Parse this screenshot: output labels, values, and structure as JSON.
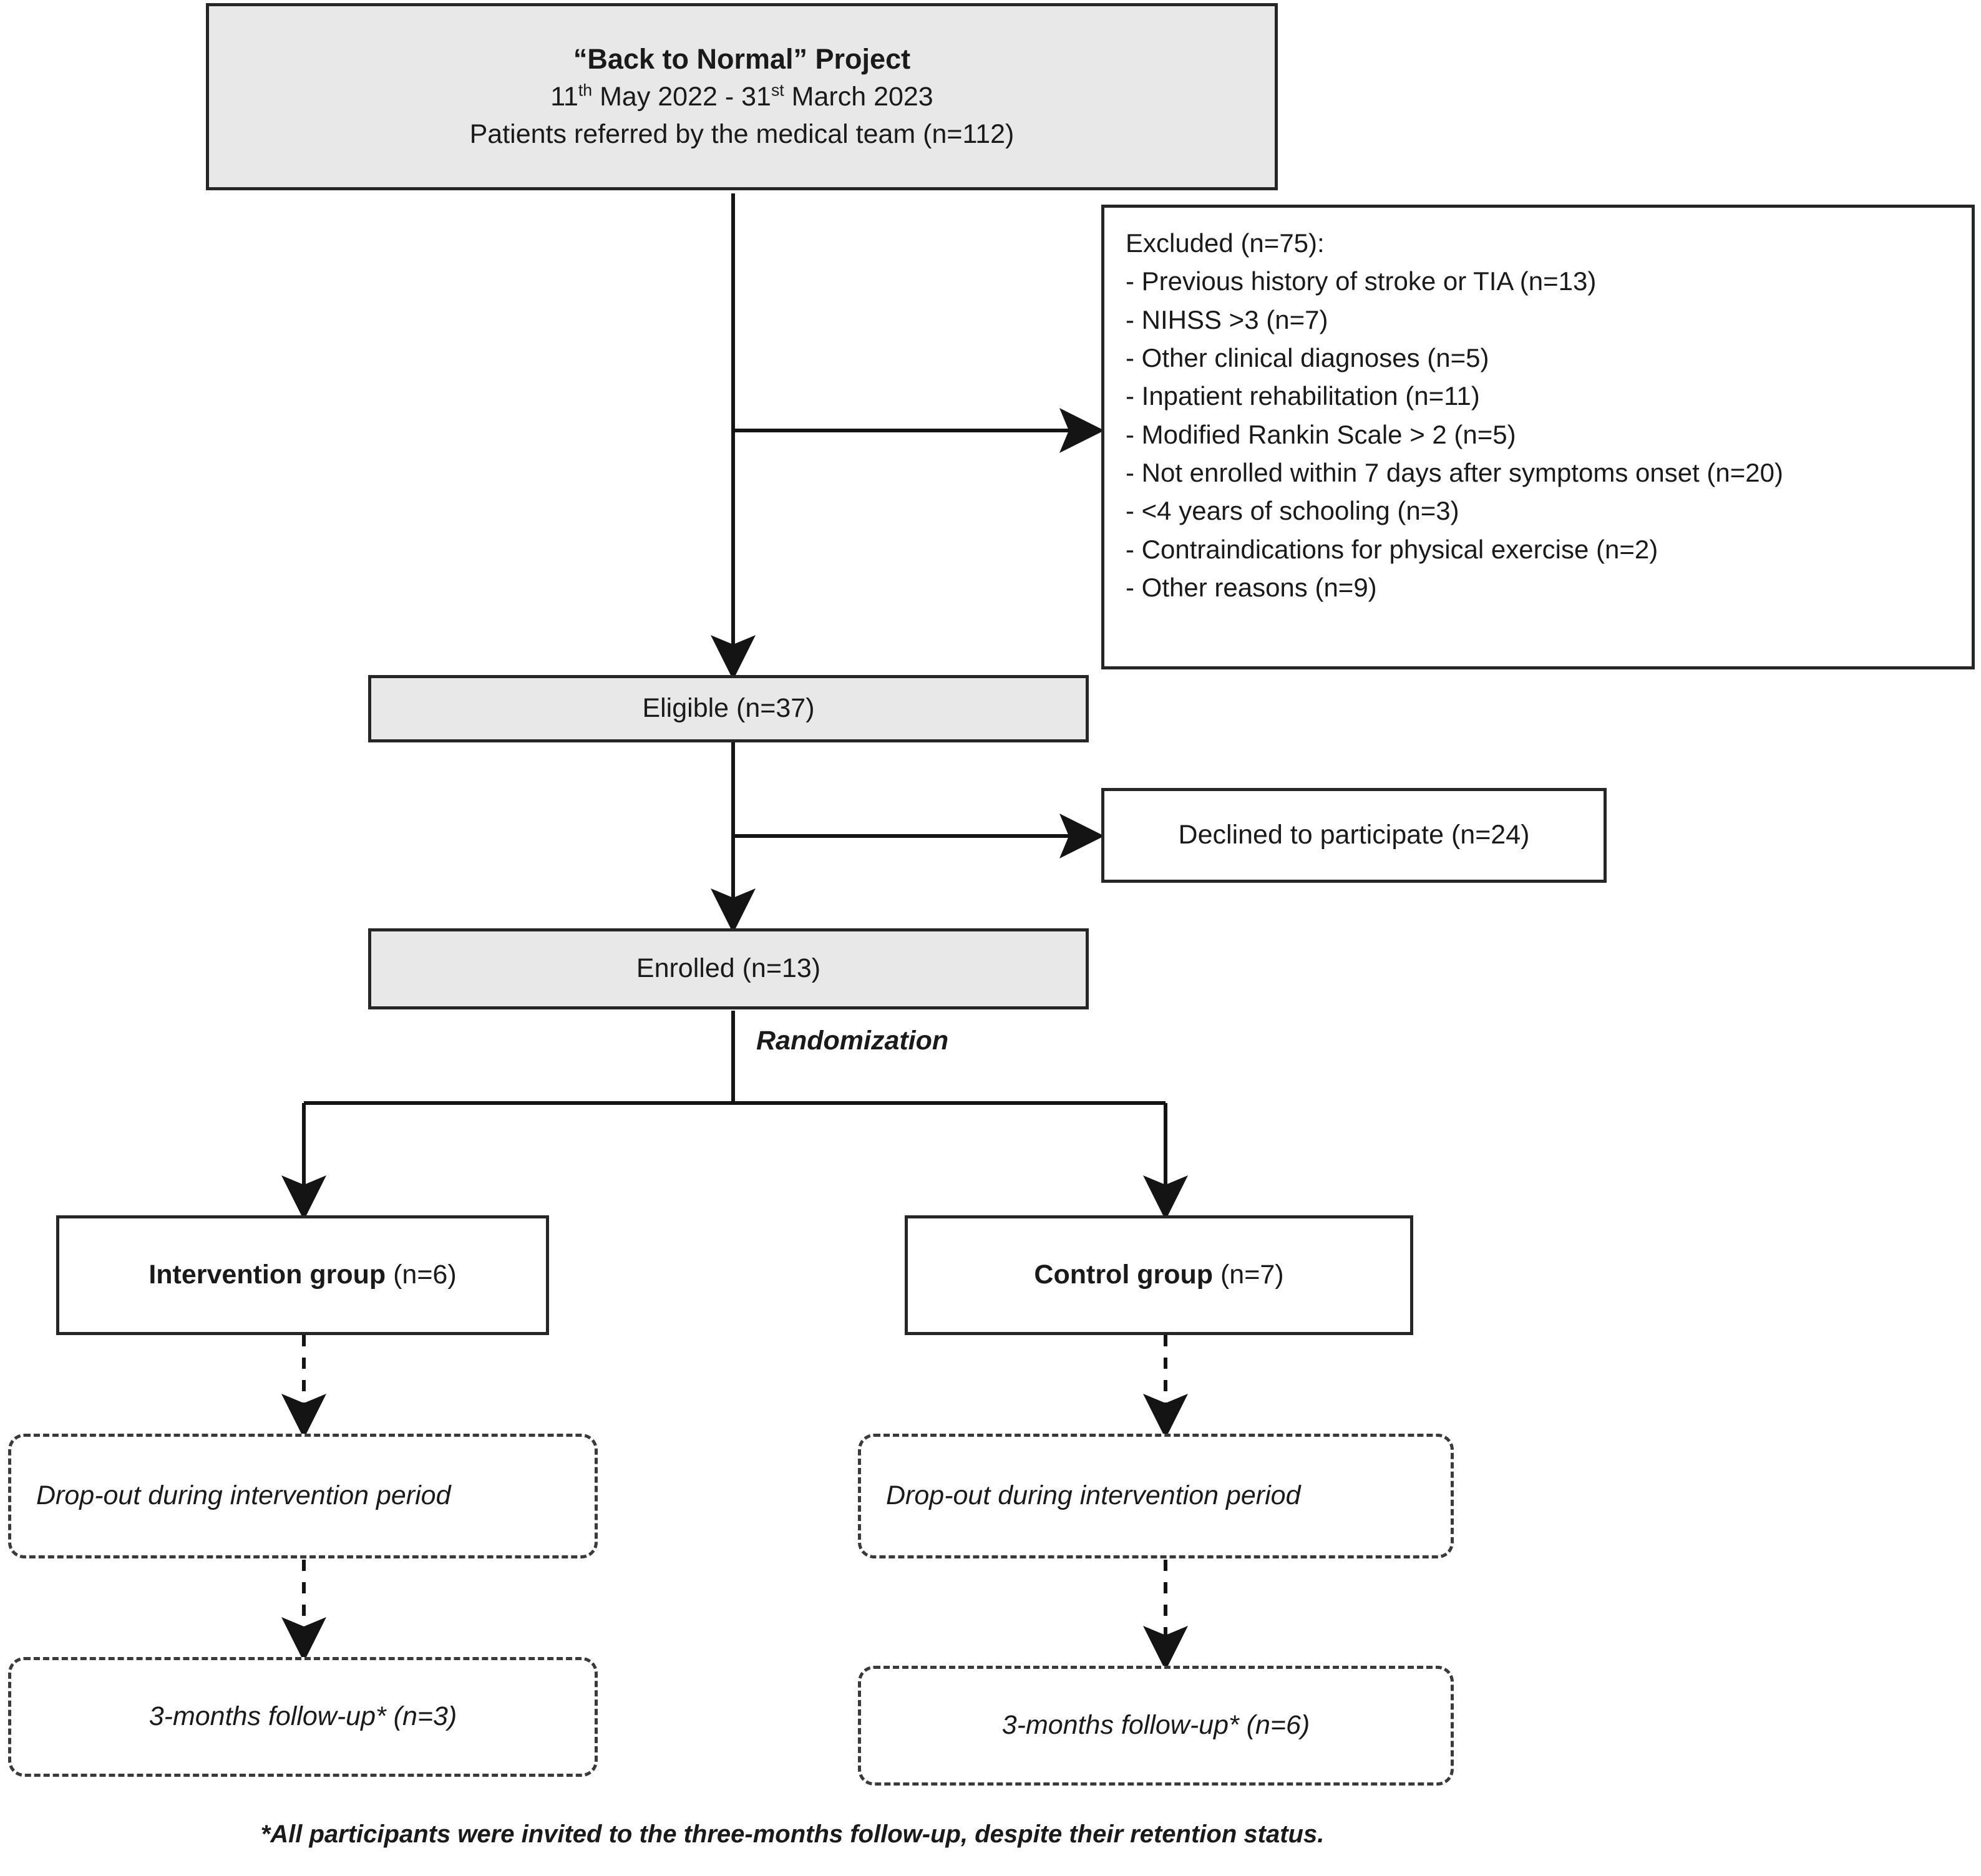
{
  "diagram": {
    "type": "consort-flow-diagram",
    "title": "“Back to Normal” Project",
    "accent_dark": "#262626",
    "shaded_fill": "#e8e8e8",
    "dashed_stroke": "#3a3a3a"
  },
  "header_box": {
    "title": "“Back to Normal” Project",
    "period_prefix": "11",
    "period_prefix_sup": "th",
    "period_mid": " May 2022 - 31",
    "period_mid_sup": "st",
    "period_suffix": " March 2023",
    "referred_label": "Patients referred by the medical team (n=112)",
    "n": 112
  },
  "excluded_box": {
    "heading": "Excluded (n=75):",
    "n": 75,
    "reasons": [
      {
        "label": "- Previous history of stroke or TIA (n=13)",
        "n": 13
      },
      {
        "label": "- NIHSS >3 (n=7)",
        "n": 7
      },
      {
        "label": "- Other clinical diagnoses (n=5)",
        "n": 5
      },
      {
        "label": "- Inpatient rehabilitation (n=11)",
        "n": 11
      },
      {
        "label": "- Modified Rankin Scale > 2 (n=5)",
        "n": 5
      },
      {
        "label": "- Not enrolled within 7 days after symptoms onset (n=20)",
        "n": 20
      },
      {
        "label": "- <4 years of schooling (n=3)",
        "n": 3
      },
      {
        "label": "- Contraindications for physical exercise (n=2)",
        "n": 2
      },
      {
        "label": "- Other reasons (n=9)",
        "n": 9
      }
    ]
  },
  "eligible_box": {
    "label": "Eligible (n=37)",
    "n": 37
  },
  "declined_box": {
    "label": "Declined to participate (n=24)",
    "n": 24
  },
  "enrolled_box": {
    "label": "Enrolled (n=13)",
    "n": 13
  },
  "randomization_label": "Randomization",
  "intervention_group": {
    "name": "Intervention group",
    "count_label": " (n=6)",
    "n": 6
  },
  "control_group": {
    "name": "Control group",
    "count_label": " (n=7)",
    "n": 7
  },
  "dropout_intervention": {
    "label": "Drop-out during intervention period"
  },
  "dropout_control": {
    "label": "Drop-out during intervention period"
  },
  "followup_intervention": {
    "label": "3-months follow-up* (n=3)",
    "n": 3
  },
  "followup_control": {
    "label": "3-months follow-up* (n=6)",
    "n": 6
  },
  "footnote": "*All participants were invited to the three-months follow-up, despite their retention status."
}
